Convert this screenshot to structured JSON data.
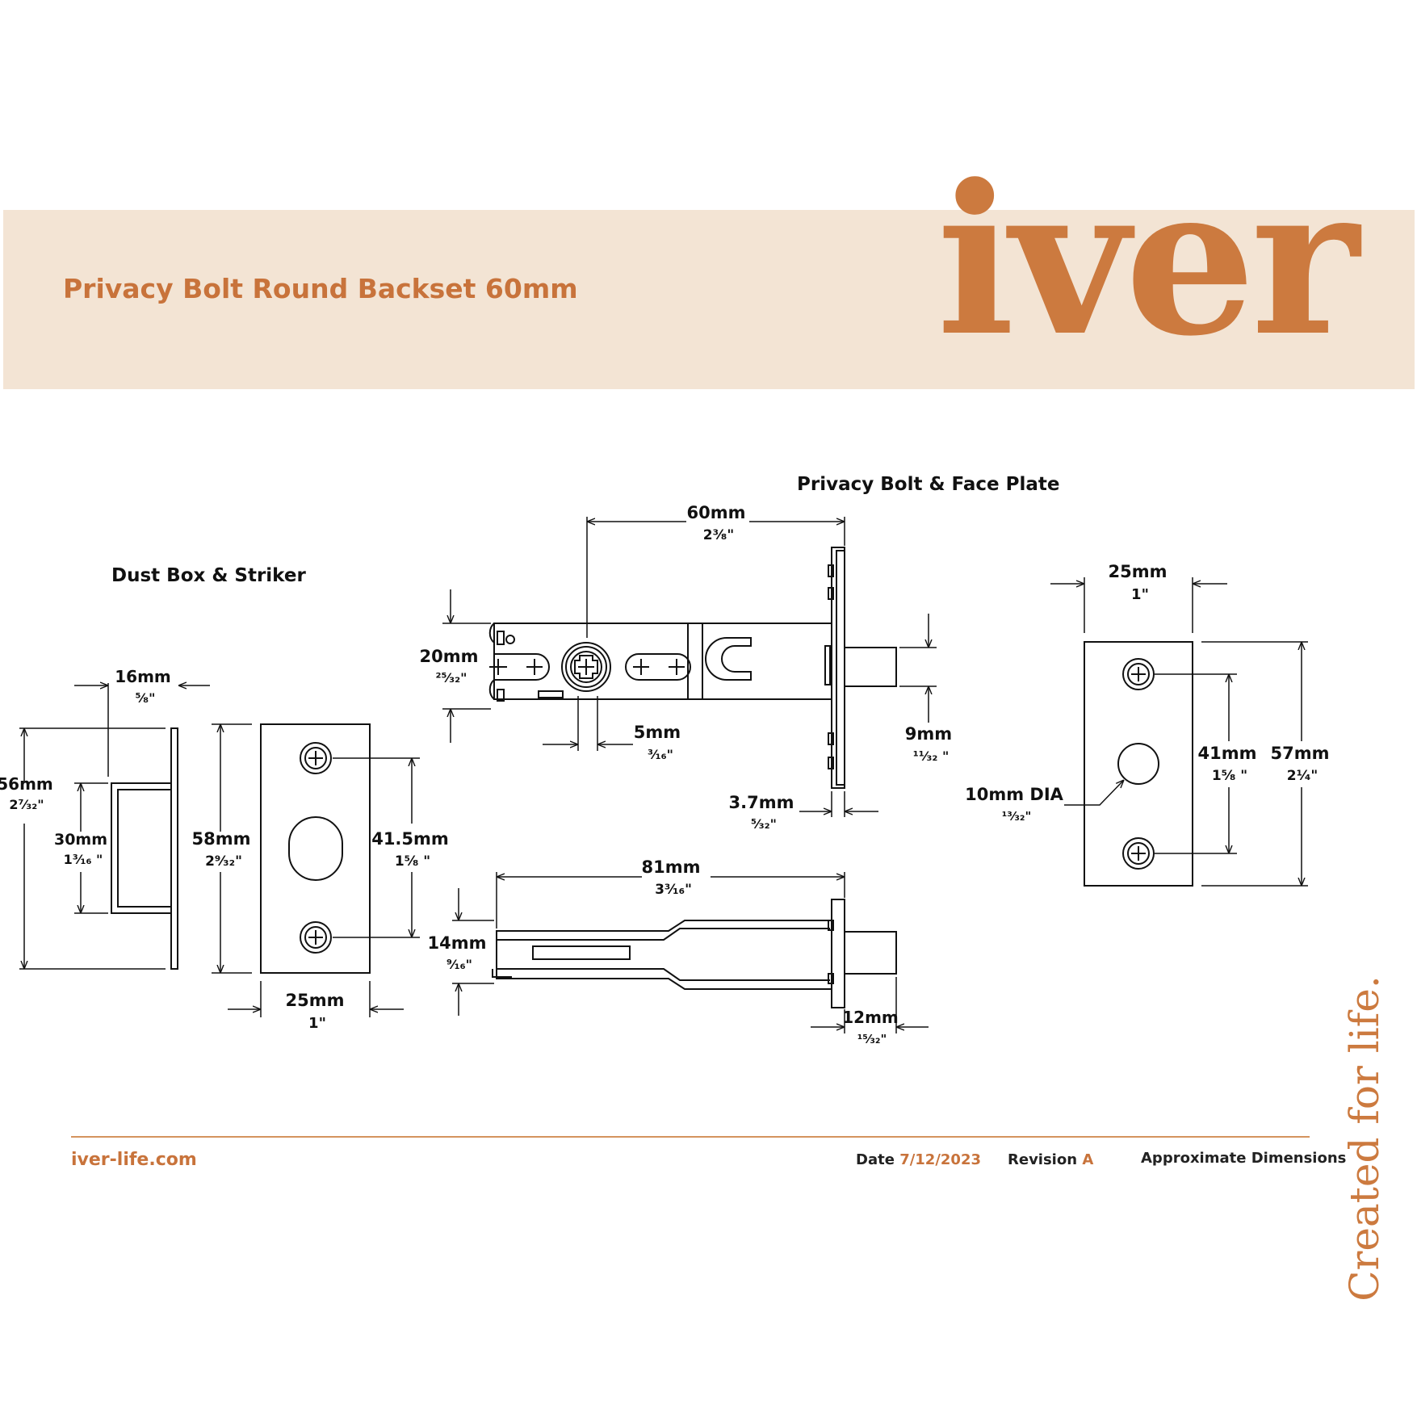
{
  "header": {
    "title": "Privacy Bolt Round Backset 60mm",
    "logo_text": "iver",
    "accent_color": "#c8733b",
    "banner_color": "#f3e4d4"
  },
  "sections": {
    "dust_box": "Dust Box & Striker",
    "privacy_bolt": "Privacy Bolt & Face Plate"
  },
  "dimensions": {
    "dust_width_mm": "16mm",
    "dust_width_in": "⁵⁄₈\"",
    "dust_height_mm": "56mm",
    "dust_height_in": "2⁷⁄₃₂\"",
    "dust_inner_mm": "30mm",
    "dust_inner_in": "1³⁄₁₆ \"",
    "striker_height_mm": "58mm",
    "striker_height_in": "2⁹⁄₃₂\"",
    "striker_holes_mm": "41.5mm",
    "striker_holes_in": "1⁵⁄₈ \"",
    "striker_width_mm": "25mm",
    "striker_width_in": "1\"",
    "backset_mm": "60mm",
    "backset_in": "2³⁄₈\"",
    "body_height_mm": "20mm",
    "body_height_in": "²⁵⁄₃₂\"",
    "spindle_mm": "5mm",
    "spindle_in": "³⁄₁₆\"",
    "bolt_height_mm": "9mm",
    "bolt_height_in": "¹¹⁄₃₂ \"",
    "plate_thick_mm": "3.7mm",
    "plate_thick_in": "⁵⁄₃₂\"",
    "length_mm": "81mm",
    "length_in": "3³⁄₁₆\"",
    "side_height_mm": "14mm",
    "side_height_in": "⁹⁄₁₆\"",
    "bolt_throw_mm": "12mm",
    "bolt_throw_in": "¹⁵⁄₃₂\"",
    "face_width_mm": "25mm",
    "face_width_in": "1\"",
    "face_holes_mm": "41mm",
    "face_holes_in": "1⁵⁄₈ \"",
    "face_height_mm": "57mm",
    "face_height_in": "2¹⁄₄\"",
    "hole_dia_mm": "10mm DIA",
    "hole_dia_in": "¹³⁄₃₂\""
  },
  "footer": {
    "url": "iver-life.com",
    "date_label": "Date",
    "date_value": "7/12/2023",
    "revision_label": "Revision",
    "revision_value": "A",
    "note": "Approximate Dimensions",
    "tagline": "Created for life."
  }
}
